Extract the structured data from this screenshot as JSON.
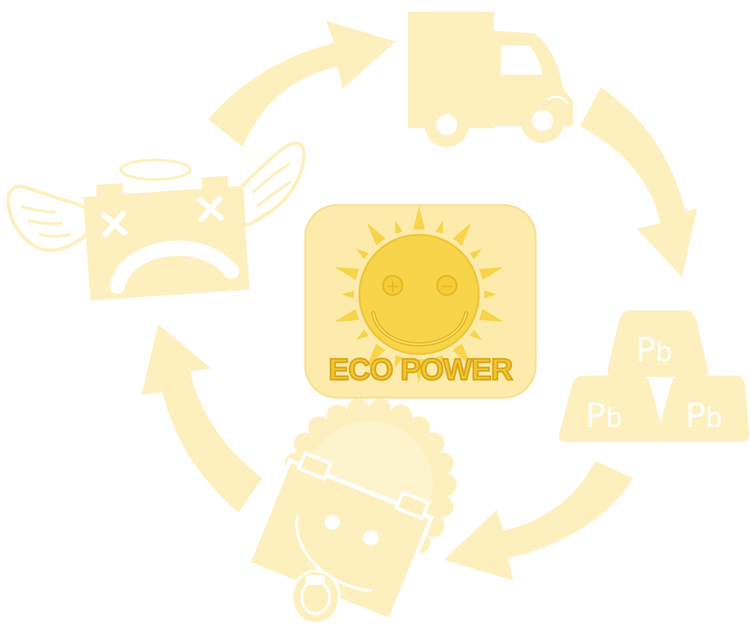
{
  "logo": {
    "text": "ECO POWER",
    "plus_symbol": "+",
    "minus_symbol": "−"
  },
  "ingots": {
    "symbol_main": "P",
    "symbol_sub": "b",
    "count": 3
  },
  "stages": [
    {
      "name": "transport-truck"
    },
    {
      "name": "lead-ingots"
    },
    {
      "name": "new-battery-baby"
    },
    {
      "name": "dead-battery-angel"
    }
  ],
  "colors": {
    "pale_yellow": "#fdf0be",
    "logo_background": "#fcebaa",
    "sun_yellow": "#f7d44a",
    "sun_outline": "#e6b71d",
    "text_fill": "#f4c430",
    "white": "#ffffff"
  }
}
